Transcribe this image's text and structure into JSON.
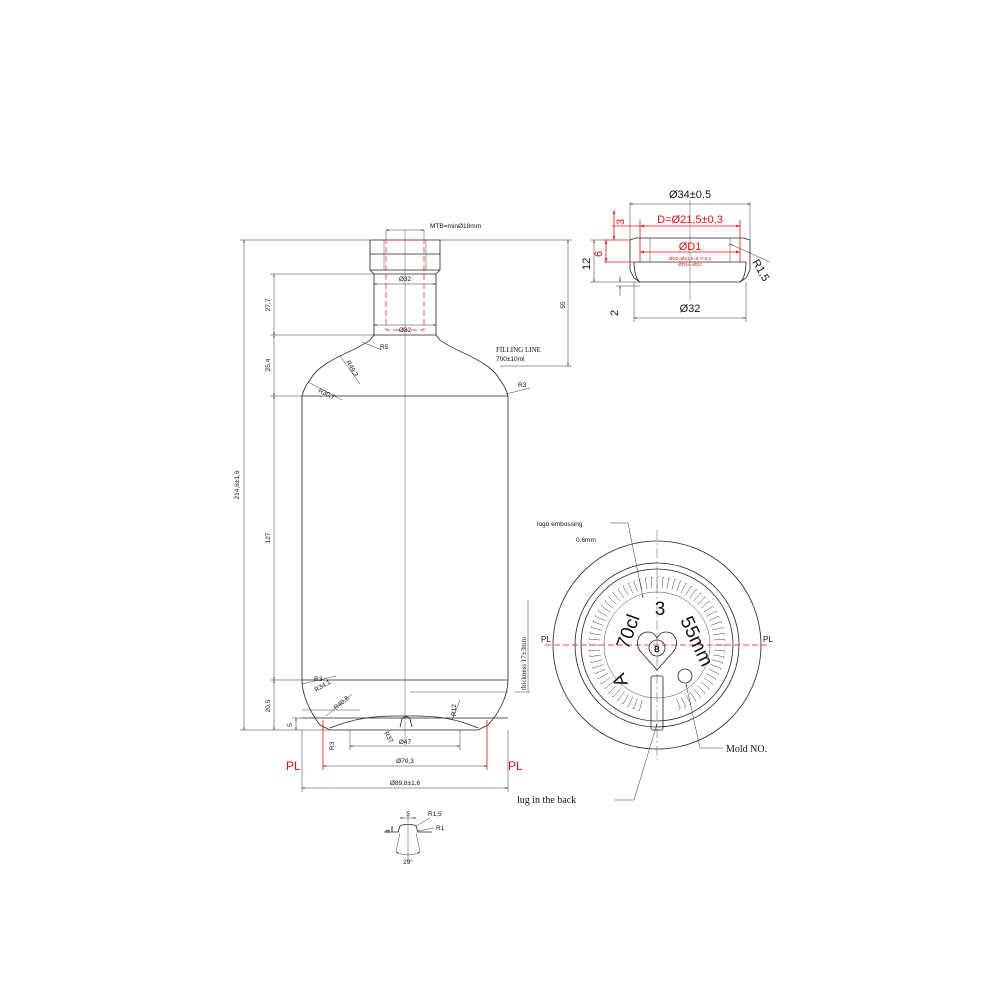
{
  "side_view": {
    "mtb": "MTB=minØ18mm",
    "neck_top_dia": "Ø32",
    "neck_bottom_dia": "Ø32",
    "dim_27_7": "27,7",
    "dim_25_4": "25,4",
    "dim_127": "127",
    "dim_20_5": "20,5",
    "dim_5": "5",
    "dim_55": "55",
    "dim_total": "214,6±1,6",
    "r5": "R5",
    "r49_3": "R49,3",
    "r30_7": "R30,7",
    "r3_shoulder": "R3",
    "r3_heel": "R3",
    "r34_1": "R34,1",
    "r40_8": "R40,8",
    "r12": "R12",
    "r3_base": "R3",
    "r37": "R37",
    "filling_line": "FILLING LINE",
    "filling_volume": "700±10ml",
    "thickness": "thickness 17±3mm",
    "dia_47": "Ø47",
    "dia_70_3": "Ø70,3",
    "dia_89_8": "Ø89,8±1,6",
    "pl_left": "PL",
    "pl_right": "PL"
  },
  "detail_view": {
    "dim_5": "5",
    "r1_5": "R1,5",
    "r1": "R1",
    "dim_4": "4",
    "angle": "29°"
  },
  "finish_view": {
    "outer_dia": "Ø34±0.5",
    "d_dia": "D=Ø21,5±0,3",
    "d1": "ØD1",
    "d2_note": "ØD2=Ø21,5+0,7/-0,5",
    "d1_note": "ØD1<=ØD2",
    "dim_3": "3",
    "dim_6": "6",
    "dim_12": "12",
    "dim_2": "2",
    "r1_5": "R1,5",
    "base_dia": "Ø32"
  },
  "bottom_view": {
    "logo_embossing": "logo embossing",
    "logo_depth": "0.6mm",
    "emboss_70cl": "70cl",
    "emboss_3": "3",
    "emboss_55mm": "55mm",
    "emboss_A": "A",
    "emboss_B": "B",
    "pl_left": "PL",
    "pl_right": "PL",
    "mold_no": "Mold NO.",
    "lug": "lug in the back"
  }
}
